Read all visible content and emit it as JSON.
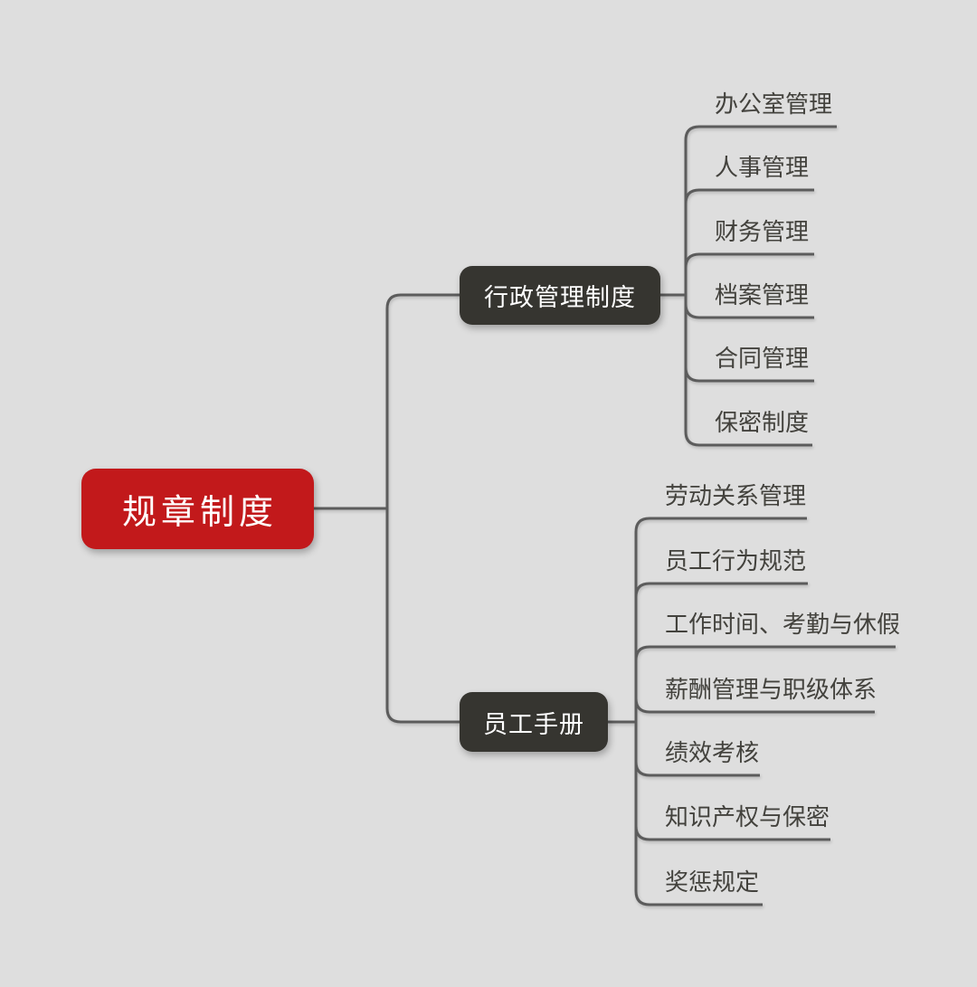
{
  "diagram": {
    "type": "mindmap",
    "root": {
      "label": "规章制度"
    },
    "branches": [
      {
        "label": "行政管理制度",
        "children": [
          "办公室管理",
          "人事管理",
          "财务管理",
          "档案管理",
          "合同管理",
          "保密制度"
        ]
      },
      {
        "label": "员工手册",
        "children": [
          "劳动关系管理",
          "员工行为规范",
          "工作时间、考勤与休假",
          "薪酬管理与职级体系",
          "绩效考核",
          "知识产权与保密",
          "奖惩规定"
        ]
      }
    ]
  },
  "colors": {
    "bg": "#DEDEDE",
    "root_bg": "#C2191B",
    "node_bg": "#363530",
    "line": "#5C5C5C",
    "leaf_text": "#43423D",
    "node_text": "#FFFFFF"
  }
}
